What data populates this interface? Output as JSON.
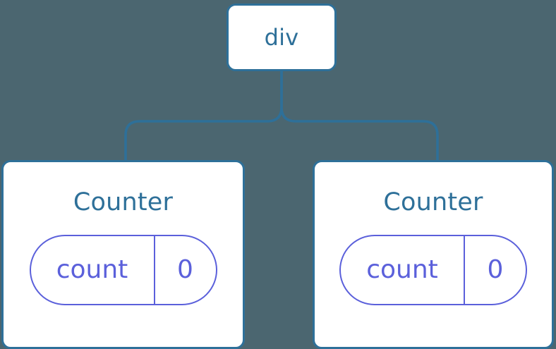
{
  "diagram": {
    "type": "component-tree",
    "background_color": "#4b6670",
    "node_border_color": "#2e7099",
    "node_fill_color": "#ffffff",
    "title_color": "#2e7099",
    "state_color": "#5b60db",
    "connector_color": "#2e7099"
  },
  "root": {
    "label": "div"
  },
  "children": [
    {
      "label": "Counter",
      "state": {
        "key": "count",
        "value": "0"
      }
    },
    {
      "label": "Counter",
      "state": {
        "key": "count",
        "value": "0"
      }
    }
  ]
}
